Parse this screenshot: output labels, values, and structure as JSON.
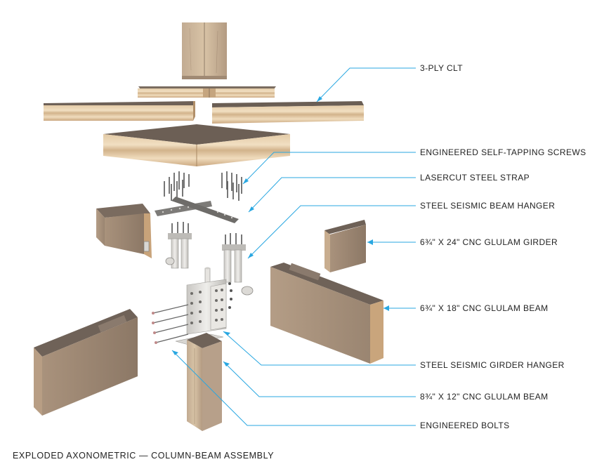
{
  "diagram": {
    "caption": "EXPLODED AXONOMETRIC — COLUMN-BEAM ASSEMBLY",
    "leader_color": "#29a7e1",
    "wood_colors": {
      "top": "#6f6258",
      "face": "#d9bf9d",
      "end": "#c8a37a",
      "steel": "#d8d6d2"
    },
    "labels": [
      {
        "id": "clt",
        "text": "3-PLY CLT"
      },
      {
        "id": "screws",
        "text": "ENGINEERED SELF-TAPPING SCREWS"
      },
      {
        "id": "strap",
        "text": "LASERCUT STEEL STRAP"
      },
      {
        "id": "beam-hanger",
        "text": "STEEL SEISMIC BEAM HANGER"
      },
      {
        "id": "girder",
        "text": "6¾\" X 24\" CNC GLULAM GIRDER"
      },
      {
        "id": "beam-18",
        "text": "6¾\" X 18\" CNC GLULAM BEAM"
      },
      {
        "id": "girder-hanger",
        "text": "STEEL SEISMIC GIRDER HANGER"
      },
      {
        "id": "beam-12",
        "text": "8¾\" X 12\" CNC GLULAM BEAM"
      },
      {
        "id": "bolts",
        "text": "ENGINEERED BOLTS"
      }
    ]
  }
}
